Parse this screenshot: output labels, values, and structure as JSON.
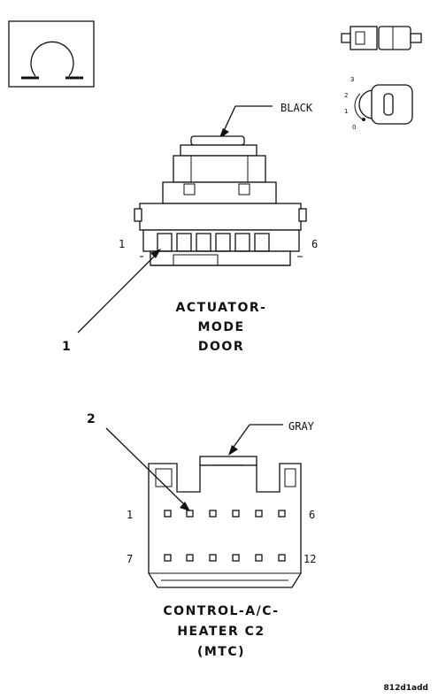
{
  "top_connector": {
    "color_label": "BLACK",
    "pin_left": "1",
    "pin_right": "6",
    "callout": "1",
    "name_lines": [
      "ACTUATOR-",
      "MODE",
      "DOOR"
    ]
  },
  "bottom_connector": {
    "color_label": "GRAY",
    "pin_top_left": "1",
    "pin_top_right": "6",
    "pin_bottom_left": "7",
    "pin_bottom_right": "12",
    "callout": "2",
    "name_lines": [
      "CONTROL-A/C-",
      "HEATER C2",
      "(MTC)"
    ]
  },
  "key_icon": {
    "positions": [
      "3",
      "2",
      "1",
      "0"
    ]
  },
  "figure_code": "812d1add"
}
